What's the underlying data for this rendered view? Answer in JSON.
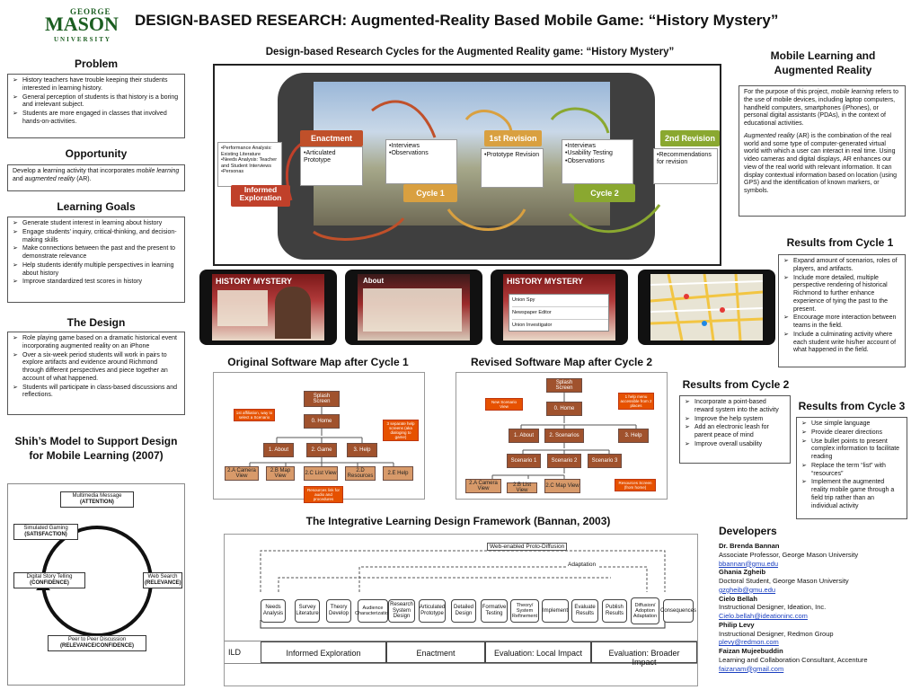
{
  "logo": {
    "line1": "GEORGE",
    "line2": "MASON",
    "line3": "UNIVERSITY"
  },
  "title": "DESIGN-BASED RESEARCH: Augmented-Reality Based Mobile Game: “History Mystery”",
  "cycles": {
    "heading": "Design-based Research Cycles for the Augmented Reality game: “History Mystery”",
    "informed_exploration": {
      "label": "Informed Exploration",
      "items": [
        "Performance Analysis: Existing Literature",
        "Needs Analysis: Teacher and Student Interviews",
        "Personas"
      ]
    },
    "enactment": {
      "label": "Enactment",
      "items": [
        "Articulated Prototype"
      ]
    },
    "cycle1_notes": {
      "items": [
        "Interviews",
        "Observations"
      ]
    },
    "cycle1": "Cycle 1",
    "first_revision": {
      "label": "1st Revision",
      "items": [
        "Prototype Revision"
      ]
    },
    "cycle2_notes": {
      "items": [
        "Interviews",
        "Usability Testing",
        "Observations"
      ]
    },
    "cycle2": "Cycle 2",
    "second_revision": {
      "label": "2nd Revision",
      "items": [
        "Recommendations for revision"
      ]
    }
  },
  "problem": {
    "heading": "Problem",
    "items": [
      "History teachers have trouble keeping their students interested in learning history.",
      "General perception of students is that history is a boring and irrelevant subject.",
      "Students are more engaged in classes that involved hands-on-activities."
    ]
  },
  "opportunity": {
    "heading": "Opportunity",
    "text_a": "Develop a learning activity that incorporates ",
    "text_b": "mobile learning",
    "text_c": " and ",
    "text_d": "augmented reality",
    "text_e": " (AR)."
  },
  "learning_goals": {
    "heading": "Learning Goals",
    "items": [
      "Generate student interest in learning about history",
      "Engage students’ inquiry, critical-thinking, and decision-making skills",
      "Make connections between the past and the present to demonstrate relevance",
      "Help students identify multiple perspectives in learning about history",
      "Improve standardized test scores in history"
    ]
  },
  "design": {
    "heading": "The Design",
    "items": [
      "Role playing game based on a dramatic historical event incorporating augmented reality on an iPhone",
      "Over a six-week period students will work in pairs to explore artifacts and evidence around Richmond through different perspectives and piece together an account of what happened.",
      "Students will participate in class-based discussions and reflections."
    ]
  },
  "shih": {
    "heading": "Shih’s Model to Support Design for Mobile Learning (2007)",
    "nodes": {
      "top": "Multimedia Message",
      "top_sub": "(ATTENTION)",
      "left": "Simulated Gaming",
      "left_sub": "(SATISFACTION)",
      "left2": "Digital Story Telling",
      "left2_sub": "(CONFIDENCE)",
      "right": "Web Search",
      "right_sub": "(RELEVANCE)",
      "bottom": "Peer to Peer Discussion",
      "bottom_sub": "(RELEVANCE/CONFIDENCE)"
    }
  },
  "mobile": {
    "heading": "Mobile Learning and Augmented Reality",
    "p1_a": "For the purpose of this project, ",
    "p1_b": "mobile learning",
    "p1_c": " refers to the use of mobile devices, including laptop computers, handheld computers, smartphones (iPhones), or personal digital assistants (PDAs), in the context of educational activities.",
    "p2_a": "Augmented reality",
    "p2_b": " (AR) is the combination of the real world and some type of computer-generated virtual world with which a user can interact in real time. Using video cameras and digital displays, AR enhances our view of the real world with relevant information. It can display contextual information based on location (using GPS) and the identification of known markers, or symbols."
  },
  "screens": {
    "s1_title": "HISTORY MYSTERY",
    "s2_title": "About",
    "s3_title": "HISTORY MYSTERY",
    "s3_items": [
      "Union Spy",
      "Newspaper Editor",
      "Union Investigator"
    ]
  },
  "results1": {
    "heading": "Results from Cycle 1",
    "items": [
      "Expand amount of scenarios, roles of players, and artifacts.",
      "Include more  detailed, multiple perspective rendering of historical Richmond to further enhance experience of tying the past to the present.",
      "Encourage more interaction between teams in the field.",
      "Include a culminating activity where each student write his/her account of what happened in the field."
    ]
  },
  "map_original": {
    "heading": "Original Software Map after Cycle 1",
    "splash": "Splash Screen",
    "home": "0. Home",
    "about": "1. About",
    "game": "2. Game",
    "help": "3. Help",
    "a": "2.A Camera View",
    "b": "2.B Map View",
    "c": "2.C List View",
    "d": "2.D Resources",
    "e": "2.E Help",
    "note1": "1st affiliation, way to select a Scenario",
    "note2": "3 separate help screens (aka dialoging to game)",
    "note3": "Resources link for audio and procedures"
  },
  "map_revised": {
    "heading": "Revised Software Map after Cycle 2",
    "splash": "Splash Screen",
    "home": "0. Home",
    "about": "1. About",
    "scen": "2. Scenarios",
    "help": "3. Help",
    "s1": "Scenario 1",
    "s2": "Scenario 2",
    "s3": "Scenario 3",
    "a": "2.A Camera View",
    "b": "2.B List View",
    "c": "2.C Map View",
    "note1": "New Scenario View",
    "note2": "1 help menu accessible from 2 places",
    "note3": "Resources Screen (from home)"
  },
  "results2": {
    "heading": "Results from Cycle 2",
    "items": [
      "Incorporate a point-based reward system into the activity",
      "Improve the help system",
      "Add an electronic leash for parent peace of mind",
      "Improve overall usability"
    ]
  },
  "results3": {
    "heading": "Results from Cycle 3",
    "items": [
      "Use simple language",
      "Provide clearer directions",
      "Use bullet points to present complex information to facilitate reading",
      "Replace the  term “list” with “resources”",
      "Implement the augmented reality mobile game through a field trip rather than an individual activity"
    ]
  },
  "ild": {
    "heading": "The Integrative Learning Design Framework (Bannan, 2003)",
    "diffusion": "Web-enabled Proto-Diffusion",
    "adaptation": "Adaptation",
    "nodes": [
      "Needs Analysis",
      "Survey Literature",
      "Theory Develop",
      "Audience Characterization",
      "Research System Design",
      "Articulated Prototype",
      "Detailed Design",
      "Formative Testing",
      "Theory/ System Refinement",
      "Implement",
      "Evaluate Results",
      "Publish Results",
      "Diffusion/ Adoption Adaptation",
      "Consequences"
    ],
    "phases": [
      "ILD",
      "Informed Exploration",
      "Enactment",
      "Evaluation: Local Impact",
      "Evaluation: Broader Impact"
    ]
  },
  "developers": {
    "heading": "Developers",
    "people": [
      {
        "name": "Dr. Brenda Bannan",
        "role": "Associate Professor, George Mason University",
        "email": "bbannan@gmu.edu"
      },
      {
        "name": "Ghania Zgheib",
        "role": "Doctoral Student, George Mason University",
        "email": "gzgheib@gmu.edu"
      },
      {
        "name": "Cielo Bellah",
        "role": "Instructional Designer, Ideation, Inc.",
        "email": "Cielo.bellah@ideationinc.com"
      },
      {
        "name": "Philip Levy",
        "role": "Instructional Designer, Redmon Group",
        "email": "plevy@redmon.com"
      },
      {
        "name": "Faizan Mujeebuddin",
        "role": "Learning and Collaboration Consultant, Accenture",
        "email": "faizanam@gmail.com"
      }
    ]
  },
  "colors": {
    "enactment": "#c0502a",
    "cycle1": "#d9a040",
    "revision": "#8aa830",
    "informed": "#c0402a",
    "brown_node": "#a0522d"
  }
}
